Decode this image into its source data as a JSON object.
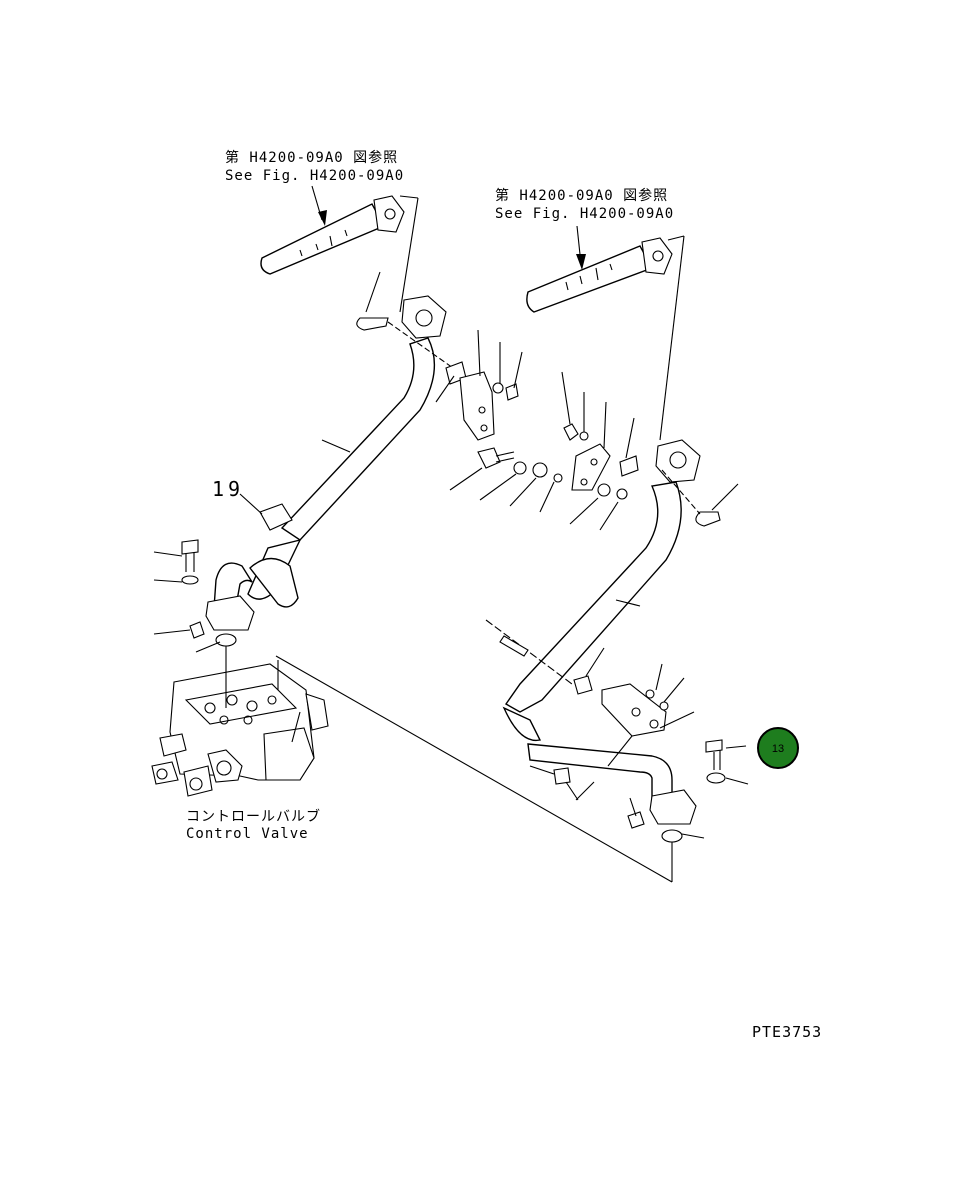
{
  "references": {
    "left_jp": "第 H4200-09A0 図参照",
    "left_en": "See Fig. H4200-09A0",
    "right_jp": "第 H4200-09A0 図参照",
    "right_en": "See Fig. H4200-09A0"
  },
  "callouts": {
    "item_19": "19",
    "item_13": "13"
  },
  "component": {
    "name_jp": "コントロールバルブ",
    "name_en": "Control Valve"
  },
  "figure_code": "PTE3753",
  "colors": {
    "badge_fill": "#1e7d1e",
    "badge_ring": "#000000",
    "line": "#000000"
  }
}
